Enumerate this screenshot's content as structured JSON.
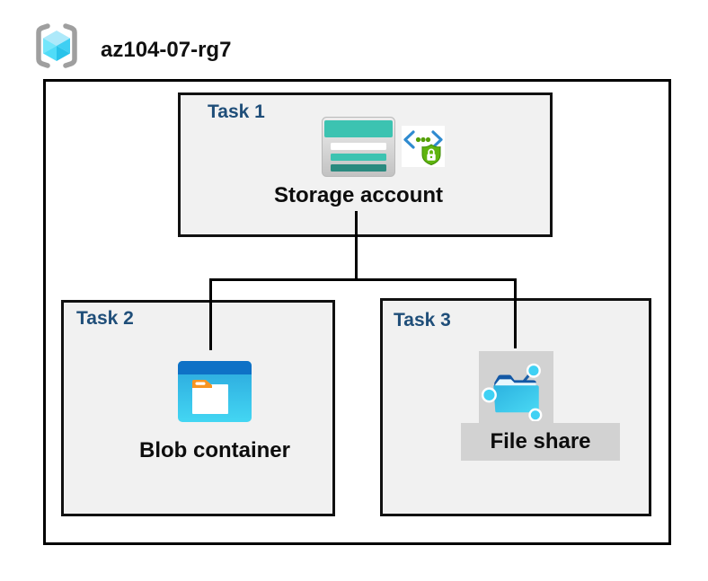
{
  "header": {
    "resource_group_name": "az104-07-rg7"
  },
  "tasks": {
    "task1": {
      "label": "Task 1",
      "node": "Storage account"
    },
    "task2": {
      "label": "Task 2",
      "node": "Blob container"
    },
    "task3": {
      "label": "Task 3",
      "node": "File share"
    }
  },
  "connections": [
    {
      "from": "Storage account",
      "to": "Blob container"
    },
    {
      "from": "Storage account",
      "to": "File share"
    }
  ],
  "icons": {
    "resource_group": "azure-resource-group-icon",
    "storage_account": "storage-account-icon",
    "storage_security": "code-brackets-shield-lock-icon",
    "blob_container": "blob-container-icon",
    "file_share": "file-share-icon"
  },
  "colors": {
    "task_label": "#1f4e79",
    "box_fill": "#f1f1f1",
    "box_border": "#000000",
    "highlight_fill": "#d2d2d2",
    "storage_teal": "#3cc3b1",
    "storage_teal_dark": "#2b8a7f",
    "blob_header_blue": "#0e71c6",
    "folder_tab_orange": "#f79420",
    "security_green": "#5fb40f",
    "security_blue": "#2f8bd0",
    "file_share_dark_blue": "#1358a5",
    "node_cyan": "#3fd1f4"
  }
}
